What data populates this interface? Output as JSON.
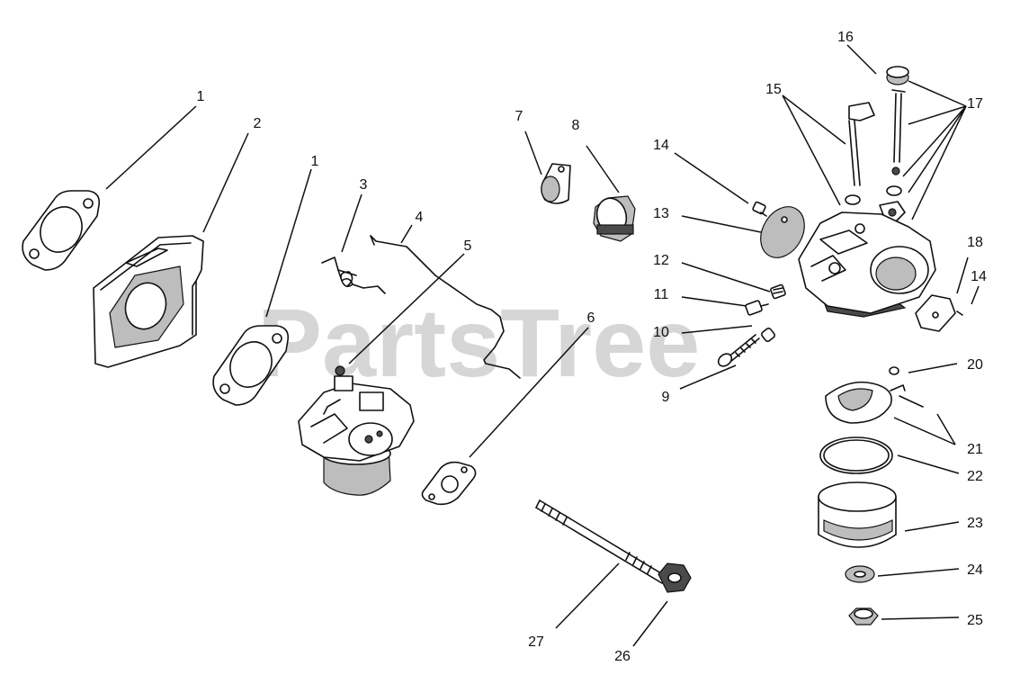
{
  "watermark": "PartsTree",
  "callouts": [
    {
      "id": "c1a",
      "label": "1"
    },
    {
      "id": "c2",
      "label": "2"
    },
    {
      "id": "c1b",
      "label": "1"
    },
    {
      "id": "c3",
      "label": "3"
    },
    {
      "id": "c4",
      "label": "4"
    },
    {
      "id": "c5",
      "label": "5"
    },
    {
      "id": "c6",
      "label": "6"
    },
    {
      "id": "c7",
      "label": "7"
    },
    {
      "id": "c8",
      "label": "8"
    },
    {
      "id": "c9",
      "label": "9"
    },
    {
      "id": "c10",
      "label": "10"
    },
    {
      "id": "c11",
      "label": "11"
    },
    {
      "id": "c12",
      "label": "12"
    },
    {
      "id": "c13",
      "label": "13"
    },
    {
      "id": "c14a",
      "label": "14"
    },
    {
      "id": "c14b",
      "label": "14"
    },
    {
      "id": "c15",
      "label": "15"
    },
    {
      "id": "c16",
      "label": "16"
    },
    {
      "id": "c17",
      "label": "17"
    },
    {
      "id": "c18",
      "label": "18"
    },
    {
      "id": "c20",
      "label": "20"
    },
    {
      "id": "c21",
      "label": "21"
    },
    {
      "id": "c22",
      "label": "22"
    },
    {
      "id": "c23",
      "label": "23"
    },
    {
      "id": "c24",
      "label": "24"
    },
    {
      "id": "c25",
      "label": "25"
    },
    {
      "id": "c26",
      "label": "26"
    },
    {
      "id": "c27",
      "label": "27"
    }
  ]
}
